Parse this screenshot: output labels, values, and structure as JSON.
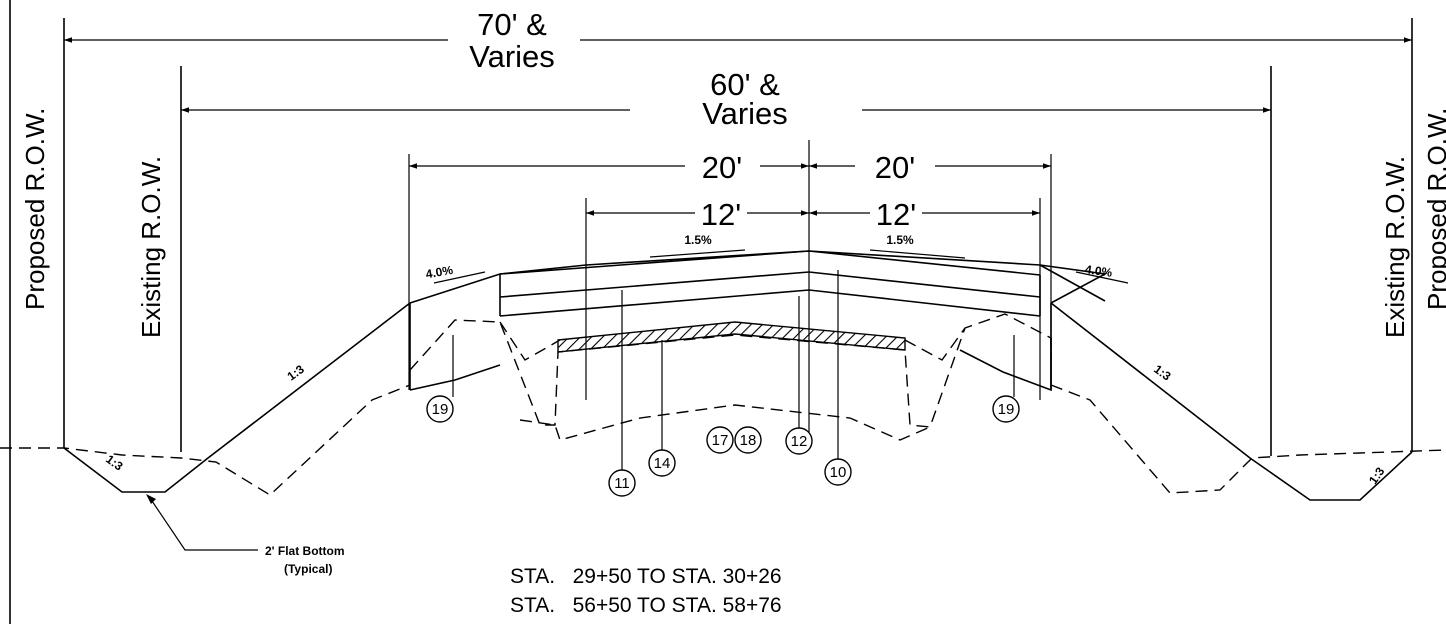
{
  "dimensions": {
    "overall": {
      "line1": "70' &",
      "line2": "Varies"
    },
    "inner": {
      "line1": "60' &",
      "line2": "Varies"
    },
    "left_shoulder": "20'",
    "right_shoulder": "20'",
    "left_lane": "12'",
    "right_lane": "12'"
  },
  "labels": {
    "proposed_row_left": "Proposed R.O.W.",
    "existing_row_left": "Existing R.O.W.",
    "existing_row_right": "Existing R.O.W.",
    "proposed_row_right": "Proposed R.O.W."
  },
  "slopes": {
    "lane_left": "1.5%",
    "lane_right": "1.5%",
    "shoulder_left": "4.0%",
    "shoulder_right": "4.0%",
    "fill_left": "1:3",
    "fill_right": "1:3",
    "ditch_left": "1:3",
    "ditch_right": "1:3"
  },
  "note": {
    "line1": "2' Flat Bottom",
    "line2": "(Typical)"
  },
  "stations": [
    "STA.   29+50 TO STA. 30+26",
    "STA.   56+50 TO STA. 58+76"
  ],
  "callouts": [
    "19",
    "19",
    "11",
    "14",
    "17",
    "18",
    "12",
    "10"
  ]
}
